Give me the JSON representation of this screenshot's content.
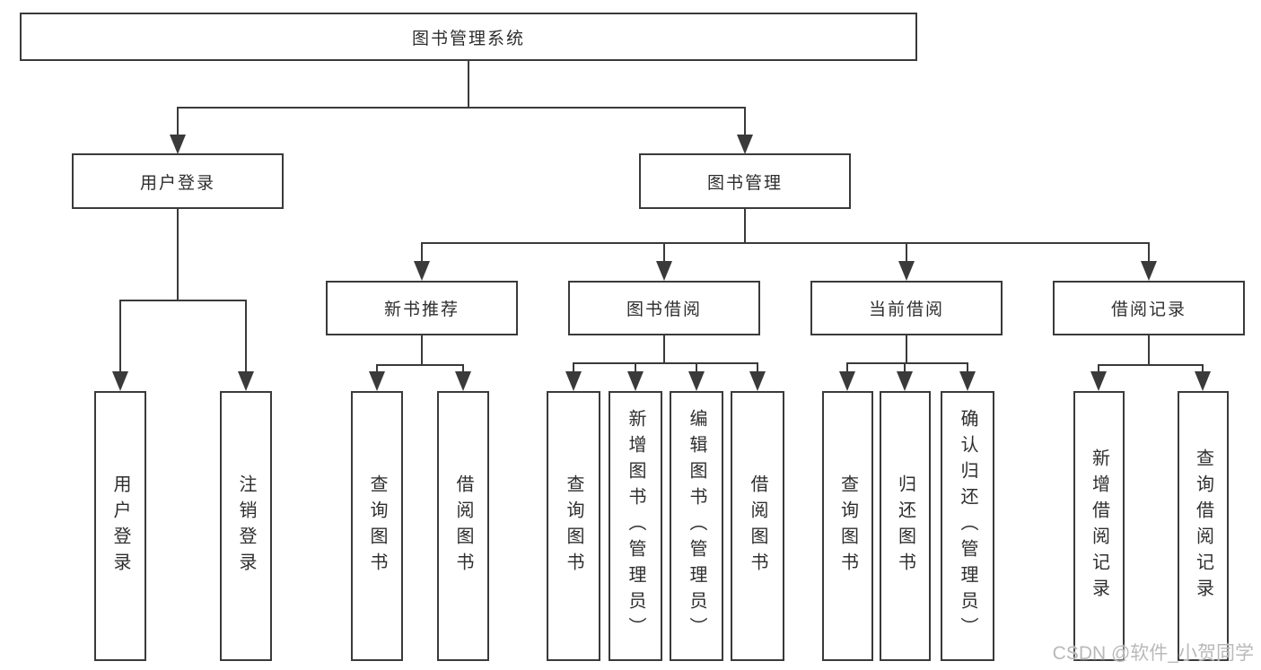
{
  "tree": {
    "root": "图书管理系统",
    "children": [
      {
        "label": "用户登录",
        "children": [
          {
            "label": "用户登录"
          },
          {
            "label": "注销登录"
          }
        ]
      },
      {
        "label": "图书管理",
        "children": [
          {
            "label": "新书推荐",
            "children": [
              {
                "label": "查询图书"
              },
              {
                "label": "借阅图书"
              }
            ]
          },
          {
            "label": "图书借阅",
            "children": [
              {
                "label": "查询图书"
              },
              {
                "label": "新增图书（管理员）"
              },
              {
                "label": "编辑图书（管理员）"
              },
              {
                "label": "借阅图书"
              }
            ]
          },
          {
            "label": "当前借阅",
            "children": [
              {
                "label": "查询图书"
              },
              {
                "label": "归还图书"
              },
              {
                "label": "确认归还（管理员）"
              }
            ]
          },
          {
            "label": "借阅记录",
            "children": [
              {
                "label": "新增借阅记录"
              },
              {
                "label": "查询借阅记录"
              }
            ]
          }
        ]
      }
    ]
  },
  "watermark": {
    "text": "CSDN @软件_小贺同学"
  },
  "colors": {
    "line": "#3a3a3a",
    "text": "#2e2e2e",
    "watermark": "#b9b9b9",
    "background": "#ffffff"
  }
}
